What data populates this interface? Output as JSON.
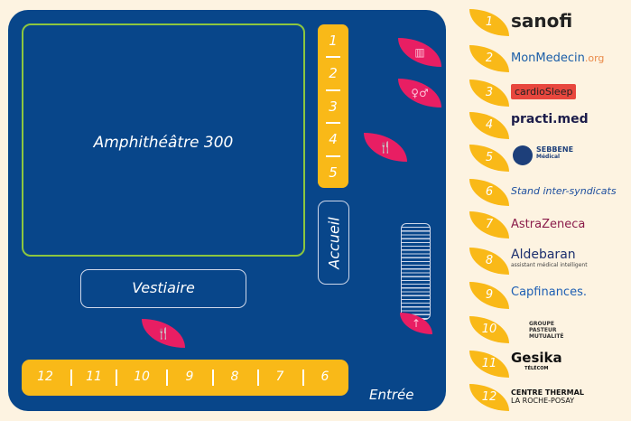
{
  "map": {
    "amphitheatre": "Amphithéâtre 300",
    "accueil": "Accueil",
    "vestiaire": "Vestiaire",
    "entrance": "Entrée",
    "stands_column": [
      "1",
      "2",
      "3",
      "4",
      "5"
    ],
    "stands_row": [
      "12",
      "11",
      "10",
      "9",
      "8",
      "7",
      "6"
    ],
    "icons": [
      "elevator-icon",
      "restroom-icon",
      "restaurant-icon",
      "restaurant-icon",
      "stairs-up-icon"
    ]
  },
  "legend": [
    {
      "number": "1",
      "name": "sanofi"
    },
    {
      "number": "2",
      "name": "MonMedecin",
      "suffix": ".org"
    },
    {
      "number": "3",
      "name": "cardioSleep"
    },
    {
      "number": "4",
      "name": "practi.med"
    },
    {
      "number": "5",
      "name": "SEBBENE",
      "sub": "Médical"
    },
    {
      "number": "6",
      "name": "Stand inter-syndicats"
    },
    {
      "number": "7",
      "name": "AstraZeneca"
    },
    {
      "number": "8",
      "name": "Aldebaran",
      "sub": "assistant médical intelligent"
    },
    {
      "number": "9",
      "name": "Capfinances."
    },
    {
      "number": "10",
      "name": "GROUPE PASTEUR MUTUALITÉ"
    },
    {
      "number": "11",
      "name": "Gesika",
      "sub": "TÉLÉCOM"
    },
    {
      "number": "12",
      "name": "CENTRE THERMAL",
      "sub": "LA ROCHE-POSAY"
    }
  ],
  "colors": {
    "floor": "#08468a",
    "stand": "#f9b918",
    "amenity": "#e81e63",
    "amphi_border": "#8cc63f",
    "background": "#fdf3e1"
  }
}
